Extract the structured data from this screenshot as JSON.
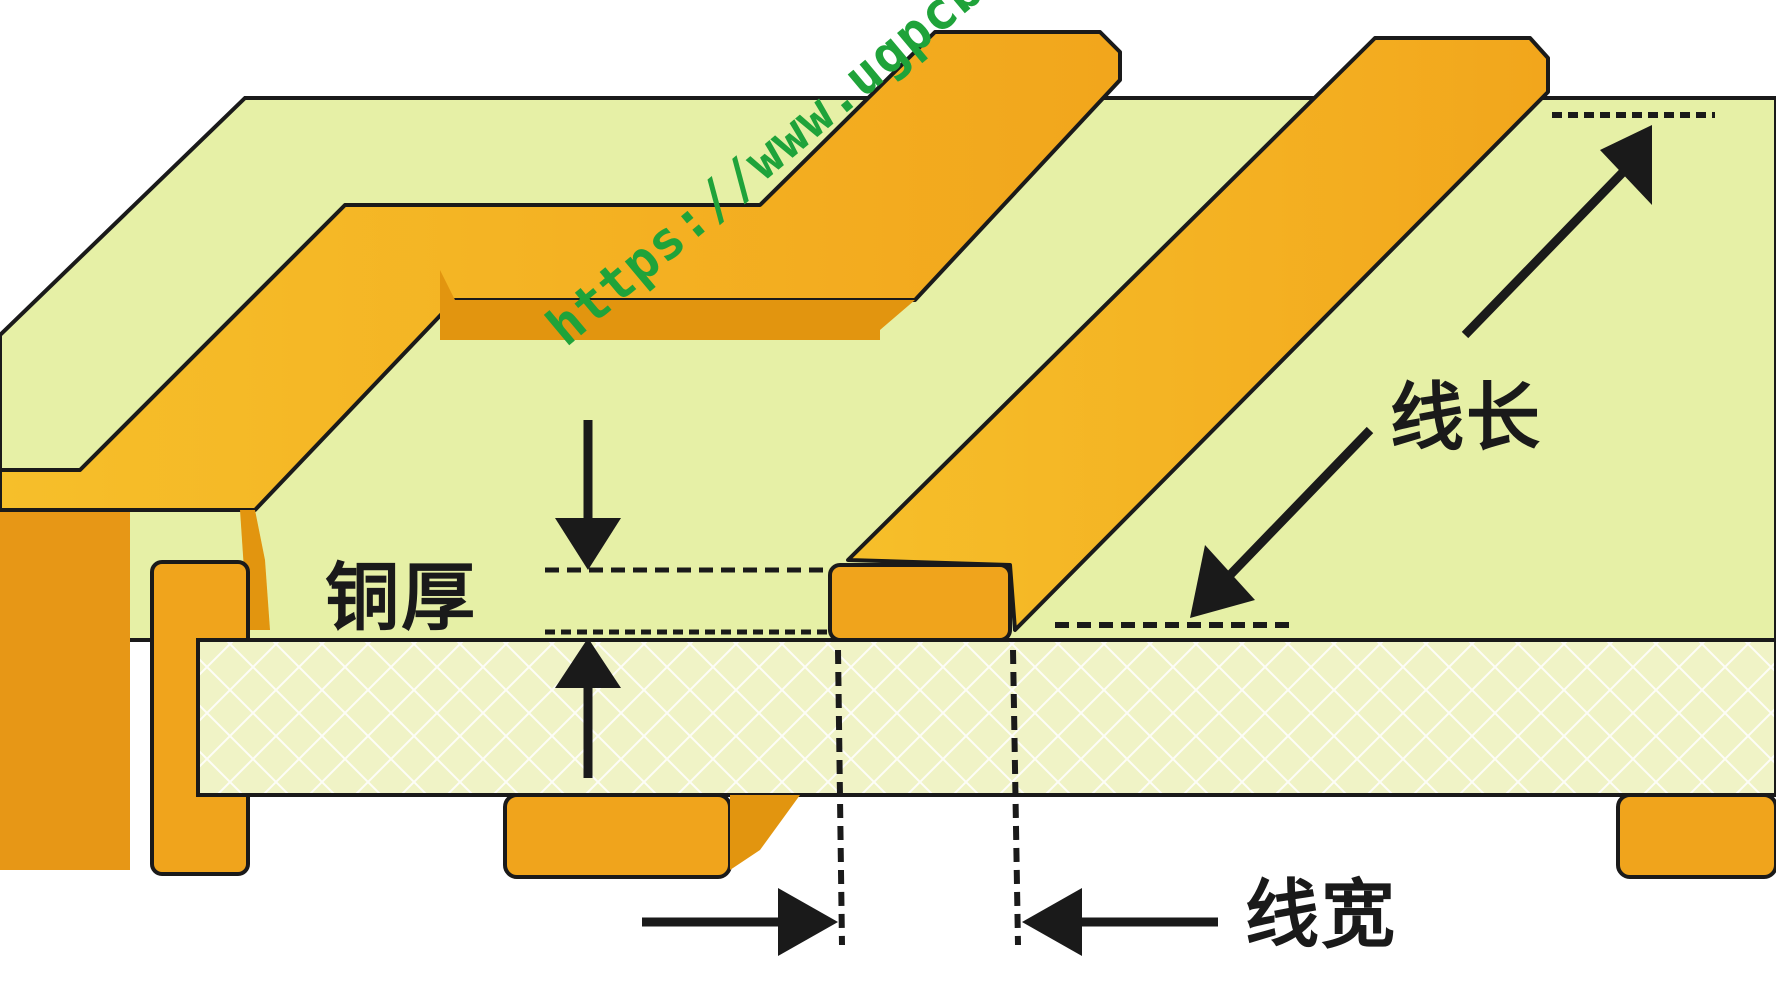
{
  "labels": {
    "copper_thickness": "铜厚",
    "trace_length": "线长",
    "trace_width": "线宽"
  },
  "watermark": "https://www.ugpcb.com",
  "colors": {
    "board_surface": "#e6f0a6",
    "substrate": "#f0f3c6",
    "copper": "#f3b020",
    "copper_dark": "#d98a0b",
    "outline": "#1a1a1a",
    "watermark": "#1fa33a"
  }
}
